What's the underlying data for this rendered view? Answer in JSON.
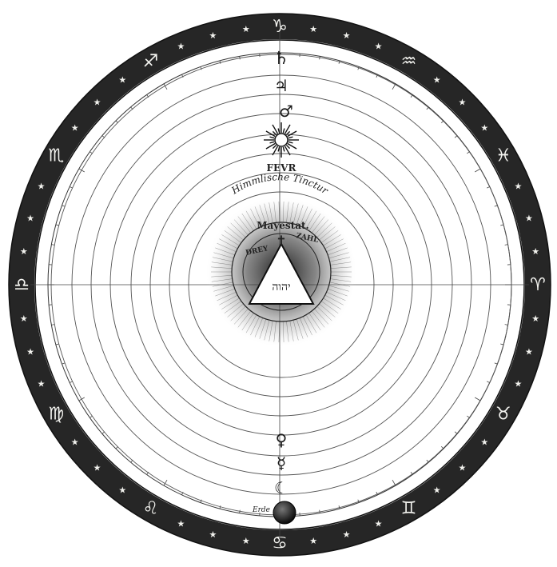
{
  "colors": {
    "ink": "#1c1c1c",
    "paper": "#ffffff",
    "band": "#2a2a2a",
    "star": "#f2f2ee"
  },
  "zodiac": [
    {
      "name": "capricorn-icon",
      "glyph": "♑"
    },
    {
      "name": "aquarius-icon",
      "glyph": "♒"
    },
    {
      "name": "pisces-icon",
      "glyph": "♓"
    },
    {
      "name": "aries-icon",
      "glyph": "♈"
    },
    {
      "name": "taurus-icon",
      "glyph": "♉"
    },
    {
      "name": "gemini-icon",
      "glyph": "♊"
    },
    {
      "name": "cancer-icon",
      "glyph": "♋"
    },
    {
      "name": "leo-icon",
      "glyph": "♌"
    },
    {
      "name": "virgo-icon",
      "glyph": "♍"
    },
    {
      "name": "libra-icon",
      "glyph": "♎"
    },
    {
      "name": "scorpio-icon",
      "glyph": "♏"
    },
    {
      "name": "sagittarius-icon",
      "glyph": "♐"
    }
  ],
  "planets": {
    "saturn": "♄",
    "jupiter": "♃",
    "mars": "♂",
    "venus": "♀",
    "mercury": "☿",
    "moon": "☾"
  },
  "labels": {
    "fire": "FEVR",
    "tincture": "Himmlische Tinctur",
    "majesty": "Mayestat.",
    "drey": "DREY",
    "zahl": "ZAHL",
    "name": "יהוה",
    "earth": "Erde"
  }
}
